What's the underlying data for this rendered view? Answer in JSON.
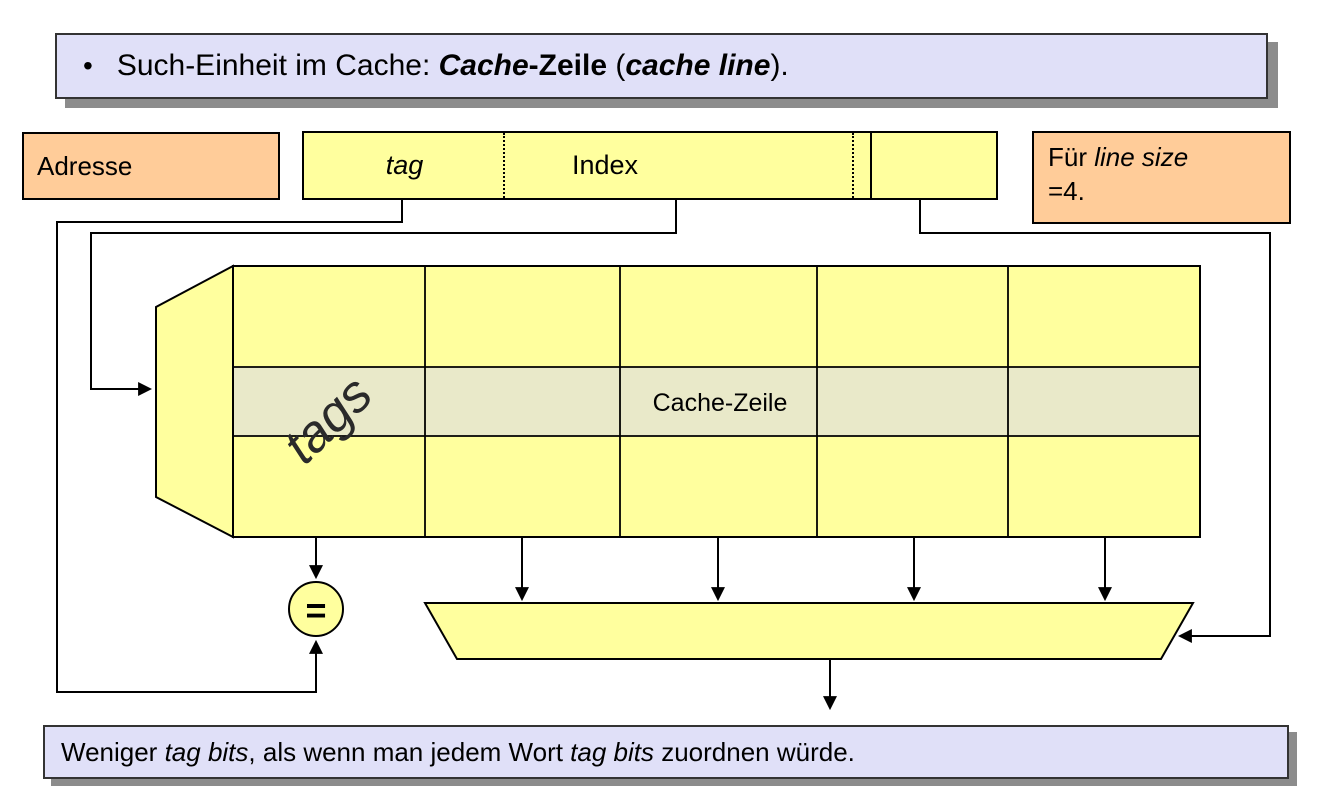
{
  "colors": {
    "yellow": "#FFFF9E",
    "row_highlight": "#E9E9C9",
    "lavender": "#E0E0F8",
    "orange": "#FFCC99",
    "shadow": "#8C8C8C",
    "line": "#000000"
  },
  "title": {
    "bullet": "•",
    "segments": [
      {
        "text": "Such-Einheit im Cache: "
      },
      {
        "text": "Cache"
      },
      {
        "text": "-Zeile"
      },
      {
        "text": " ("
      },
      {
        "text": "cache line"
      },
      {
        "text": ")."
      }
    ]
  },
  "address_box": {
    "label": "Adresse"
  },
  "address_bar": {
    "tag_field": "tag",
    "index_field": "Index"
  },
  "note_box": {
    "line1_prefix": "Für ",
    "line1_italic": "line size",
    "line2": "=4."
  },
  "cache_diagram": {
    "tags_label": "tags",
    "cache_line_label": "Cache-Zeile",
    "comparator_symbol": "="
  },
  "bottom": {
    "segments": [
      {
        "text": "Weniger "
      },
      {
        "text": "tag bits"
      },
      {
        "text": ", als wenn man jedem Wort "
      },
      {
        "text": "tag bits"
      },
      {
        "text": " zuordnen würde."
      }
    ]
  }
}
